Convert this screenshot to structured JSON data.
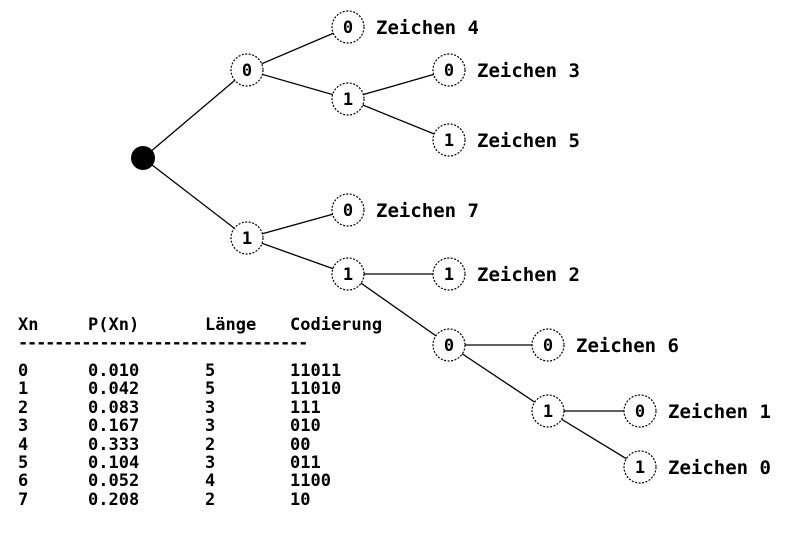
{
  "tree": {
    "nodes": [
      {
        "id": "root",
        "bit": "",
        "parent": null,
        "leaf": ""
      },
      {
        "id": "n0",
        "bit": "0",
        "parent": "root",
        "leaf": ""
      },
      {
        "id": "n00",
        "bit": "0",
        "parent": "n0",
        "leaf": "Zeichen 4"
      },
      {
        "id": "n01",
        "bit": "1",
        "parent": "n0",
        "leaf": ""
      },
      {
        "id": "n010",
        "bit": "0",
        "parent": "n01",
        "leaf": "Zeichen 3"
      },
      {
        "id": "n011",
        "bit": "1",
        "parent": "n01",
        "leaf": "Zeichen 5"
      },
      {
        "id": "n1",
        "bit": "1",
        "parent": "root",
        "leaf": ""
      },
      {
        "id": "n10",
        "bit": "0",
        "parent": "n1",
        "leaf": "Zeichen 7"
      },
      {
        "id": "n11",
        "bit": "1",
        "parent": "n1",
        "leaf": ""
      },
      {
        "id": "n111",
        "bit": "1",
        "parent": "n11",
        "leaf": "Zeichen 2"
      },
      {
        "id": "n110",
        "bit": "0",
        "parent": "n11",
        "leaf": ""
      },
      {
        "id": "n1100",
        "bit": "0",
        "parent": "n110",
        "leaf": "Zeichen 6"
      },
      {
        "id": "n1101",
        "bit": "1",
        "parent": "n110",
        "leaf": ""
      },
      {
        "id": "n11010",
        "bit": "0",
        "parent": "n1101",
        "leaf": "Zeichen 1"
      },
      {
        "id": "n11011",
        "bit": "1",
        "parent": "n1101",
        "leaf": "Zeichen 0"
      }
    ]
  },
  "table": {
    "headers": [
      "Xn",
      "P(Xn)",
      "Länge",
      "Codierung"
    ],
    "separator": "--------------------------------",
    "rows": [
      [
        "0",
        "0.010",
        "5",
        "11011"
      ],
      [
        "1",
        "0.042",
        "5",
        "11010"
      ],
      [
        "2",
        "0.083",
        "3",
        "111"
      ],
      [
        "3",
        "0.167",
        "3",
        "010"
      ],
      [
        "4",
        "0.333",
        "2",
        "00"
      ],
      [
        "5",
        "0.104",
        "3",
        "011"
      ],
      [
        "6",
        "0.052",
        "4",
        "1100"
      ],
      [
        "7",
        "0.208",
        "2",
        "10"
      ]
    ]
  }
}
